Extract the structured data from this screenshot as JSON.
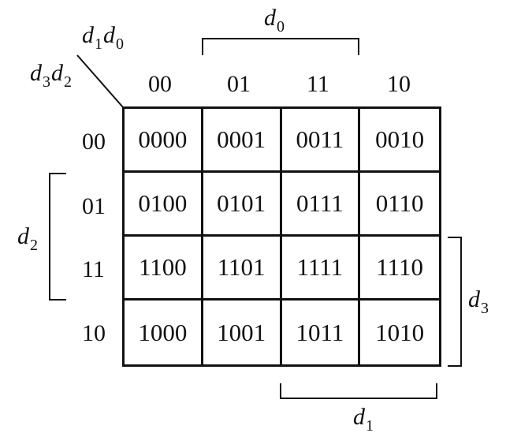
{
  "corner": {
    "col_var_a": "d",
    "col_var_a_sub": "1",
    "col_var_b": "d",
    "col_var_b_sub": "0",
    "row_var_a": "d",
    "row_var_a_sub": "3",
    "row_var_b": "d",
    "row_var_b_sub": "2"
  },
  "column_headers": [
    "00",
    "01",
    "11",
    "10"
  ],
  "row_headers": [
    "00",
    "01",
    "11",
    "10"
  ],
  "cells": [
    [
      "0000",
      "0001",
      "0011",
      "0010"
    ],
    [
      "0100",
      "0101",
      "0111",
      "0110"
    ],
    [
      "1100",
      "1101",
      "1111",
      "1110"
    ],
    [
      "1000",
      "1001",
      "1011",
      "1010"
    ]
  ],
  "brackets": {
    "top": {
      "var": "d",
      "sub": "0"
    },
    "left": {
      "var": "d",
      "sub": "2"
    },
    "right": {
      "var": "d",
      "sub": "3"
    },
    "bottom": {
      "var": "d",
      "sub": "1"
    }
  }
}
